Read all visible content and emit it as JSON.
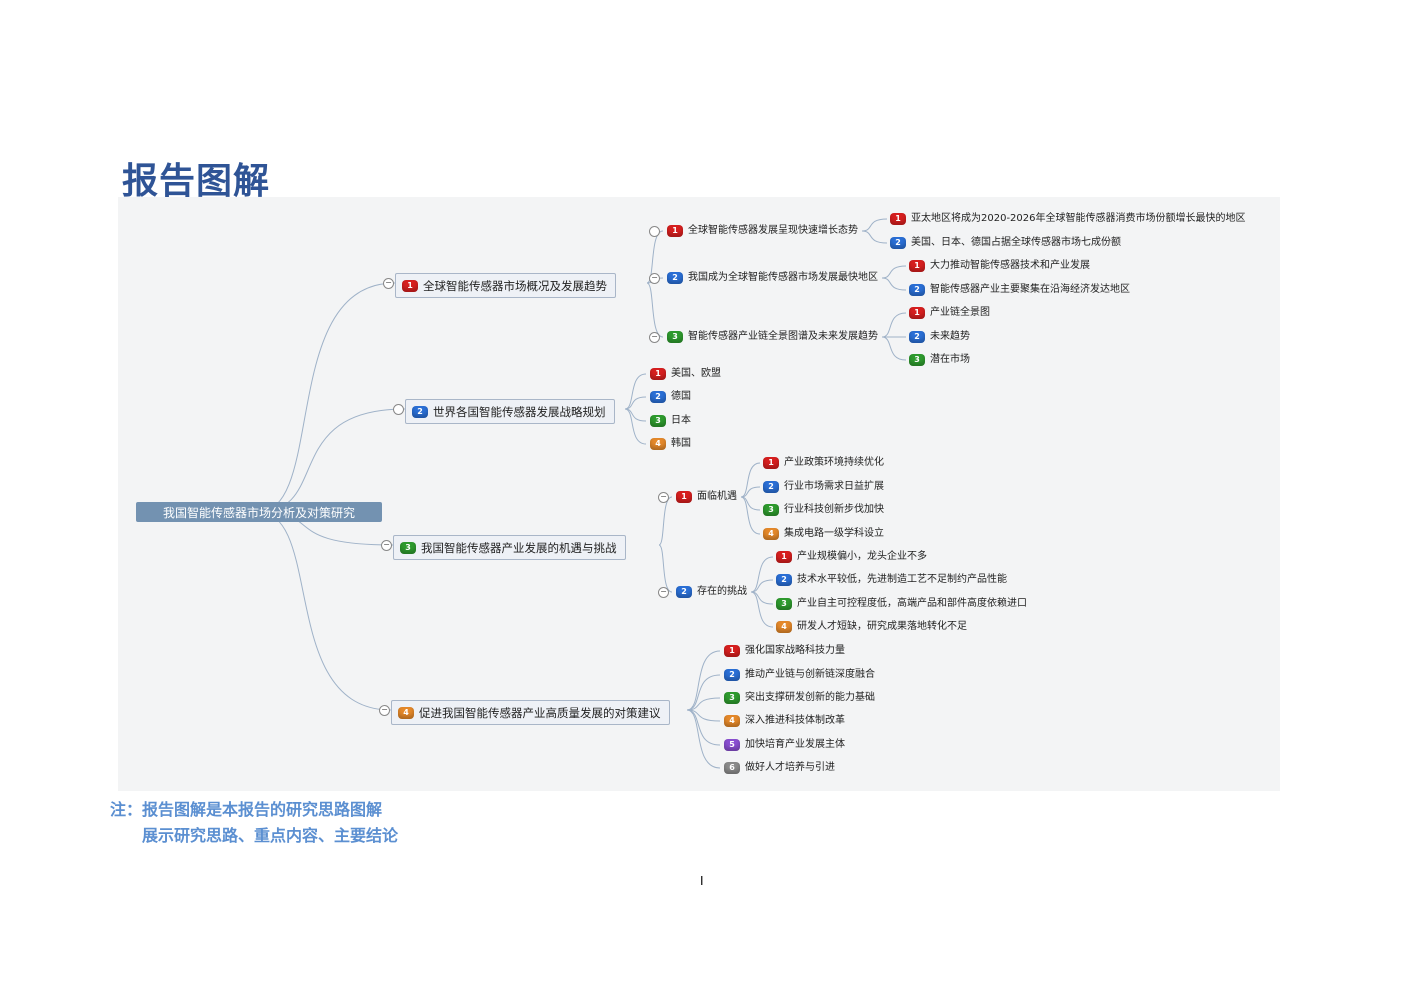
{
  "page_title": "报告图解",
  "root": "我国智能传感器市场分析及对策研究",
  "branches": [
    {
      "num": "1",
      "label": "全球智能传感器市场概况及发展趋势",
      "children": [
        {
          "num": "1",
          "label": "全球智能传感器发展呈现快速增长态势",
          "children": [
            {
              "num": "1",
              "label": "亚太地区将成为2020-2026年全球智能传感器消费市场份额增长最快的地区"
            },
            {
              "num": "2",
              "label": "美国、日本、德国占据全球传感器市场七成份额"
            }
          ]
        },
        {
          "num": "2",
          "label": "我国成为全球智能传感器市场发展最快地区",
          "children": [
            {
              "num": "1",
              "label": "大力推动智能传感器技术和产业发展"
            },
            {
              "num": "2",
              "label": "智能传感器产业主要聚集在沿海经济发达地区"
            }
          ]
        },
        {
          "num": "3",
          "label": "智能传感器产业链全景图谱及未来发展趋势",
          "children": [
            {
              "num": "1",
              "label": "产业链全景图"
            },
            {
              "num": "2",
              "label": "未来趋势"
            },
            {
              "num": "3",
              "label": "潜在市场"
            }
          ]
        }
      ]
    },
    {
      "num": "2",
      "label": "世界各国智能传感器发展战略规划",
      "children": [
        {
          "num": "1",
          "label": "美国、欧盟"
        },
        {
          "num": "2",
          "label": "德国"
        },
        {
          "num": "3",
          "label": "日本"
        },
        {
          "num": "4",
          "label": "韩国"
        }
      ]
    },
    {
      "num": "3",
      "label": "我国智能传感器产业发展的机遇与挑战",
      "children": [
        {
          "num": "1",
          "label": "面临机遇",
          "children": [
            {
              "num": "1",
              "label": "产业政策环境持续优化"
            },
            {
              "num": "2",
              "label": "行业市场需求日益扩展"
            },
            {
              "num": "3",
              "label": "行业科技创新步伐加快"
            },
            {
              "num": "4",
              "label": "集成电路一级学科设立"
            }
          ]
        },
        {
          "num": "2",
          "label": "存在的挑战",
          "children": [
            {
              "num": "1",
              "label": "产业规模偏小，龙头企业不多"
            },
            {
              "num": "2",
              "label": "技术水平较低，先进制造工艺不足制约产品性能"
            },
            {
              "num": "3",
              "label": "产业自主可控程度低，高端产品和部件高度依赖进口"
            },
            {
              "num": "4",
              "label": "研发人才短缺，研究成果落地转化不足"
            }
          ]
        }
      ]
    },
    {
      "num": "4",
      "label": "促进我国智能传感器产业高质量发展的对策建议",
      "children": [
        {
          "num": "1",
          "label": "强化国家战略科技力量"
        },
        {
          "num": "2",
          "label": "推动产业链与创新链深度融合"
        },
        {
          "num": "3",
          "label": "突出支撑研发创新的能力基础"
        },
        {
          "num": "4",
          "label": "深入推进科技体制改革"
        },
        {
          "num": "5",
          "label": "加快培育产业发展主体"
        },
        {
          "num": "6",
          "label": "做好人才培养与引进"
        }
      ]
    }
  ],
  "note_line1": "注：报告图解是本报告的研究思路图解",
  "note_line2": "展示研究思路、重点内容、主要结论",
  "page_number": "I"
}
